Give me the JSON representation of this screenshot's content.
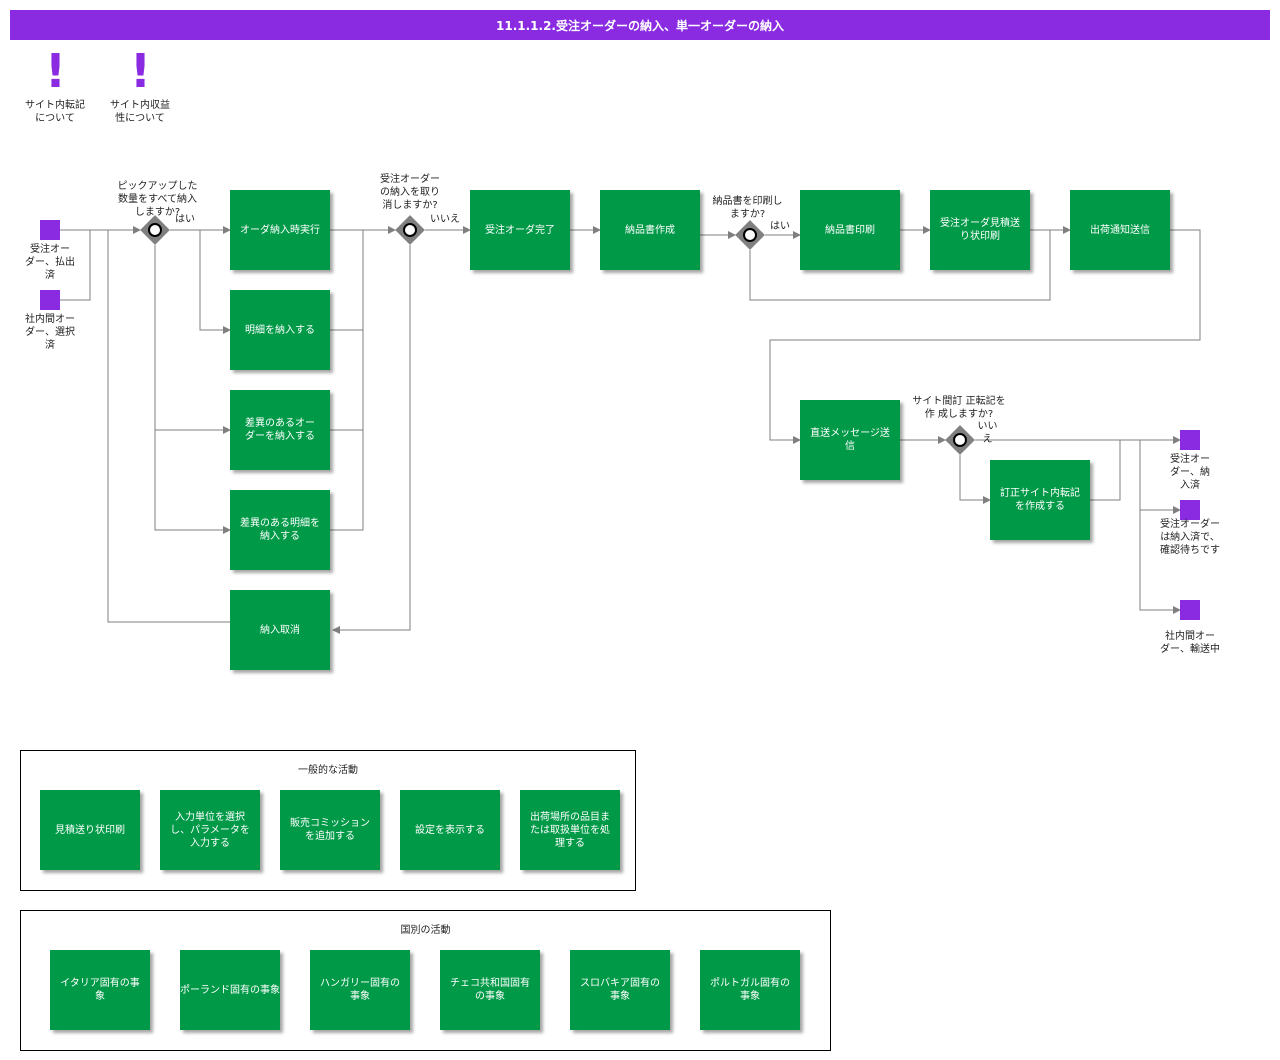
{
  "title": "11.1.1.2.受注オーダーの納入、単一オーダーの納入",
  "notes": [
    {
      "mark": "!",
      "text": "サイト内転記\nについて"
    },
    {
      "mark": "!",
      "text": "サイト内収益\n性について"
    }
  ],
  "events": {
    "start1": "受注オー\nダー、払出\n済",
    "start2": "社内間オー\nダー、選択\n済",
    "end1": "受注オー\nダー、納\n入済",
    "end2": "受注オーダー\nは納入済で、\n確認待ちです",
    "end3": "社内間オー\nダー、輸送中"
  },
  "gateways": {
    "g1": "ピックアップした\n数量をすべて納入\nしますか?",
    "g2": "受注オーダー\nの納入を取り\n消しますか?",
    "g3": "納品書を印刷し\nますか?",
    "g4": "サイト間訂 正転記を\n作 成しますか?"
  },
  "branch_labels": {
    "g1_yes": "はい",
    "g2_no": "いいえ",
    "g3_yes": "はい",
    "g4_no": "いい\nえ"
  },
  "tasks": {
    "t1": "オーダ納入時実行",
    "t2": "明細を納入する",
    "t3": "差異のあるオー\nダーを納入する",
    "t4": "差異のある明細を\n納入する",
    "t5": "納入取消",
    "t6": "受注オーダ完了",
    "t7": "納品書作成",
    "t8": "納品書印刷",
    "t9": "受注オーダ見積送\nり状印刷",
    "t10": "出荷通知送信",
    "t11": "直送メッセージ送\n信",
    "t12": "訂正サイト内転記\nを作成する"
  },
  "groups": {
    "general": {
      "title": "一般的な活動",
      "items": [
        "見積送り状印刷",
        "入力単位を選択\nし、パラメータを\n入力する",
        "販売コミッション\nを追加する",
        "設定を表示する",
        "出荷場所の品目ま\nたは取扱単位を処\n理する"
      ]
    },
    "country": {
      "title": "国別の活動",
      "items": [
        "イタリア固有の事\n象",
        "ポーランド固有の事象",
        "ハンガリー固有の\n事象",
        "チェコ共和国固有\nの事象",
        "スロバキア固有の\n事象",
        "ポルトガル固有の\n事象"
      ]
    }
  },
  "colors": {
    "accent": "#8a2be2",
    "task": "#009947",
    "gateway": "#808080",
    "line": "#7f7f7f"
  }
}
